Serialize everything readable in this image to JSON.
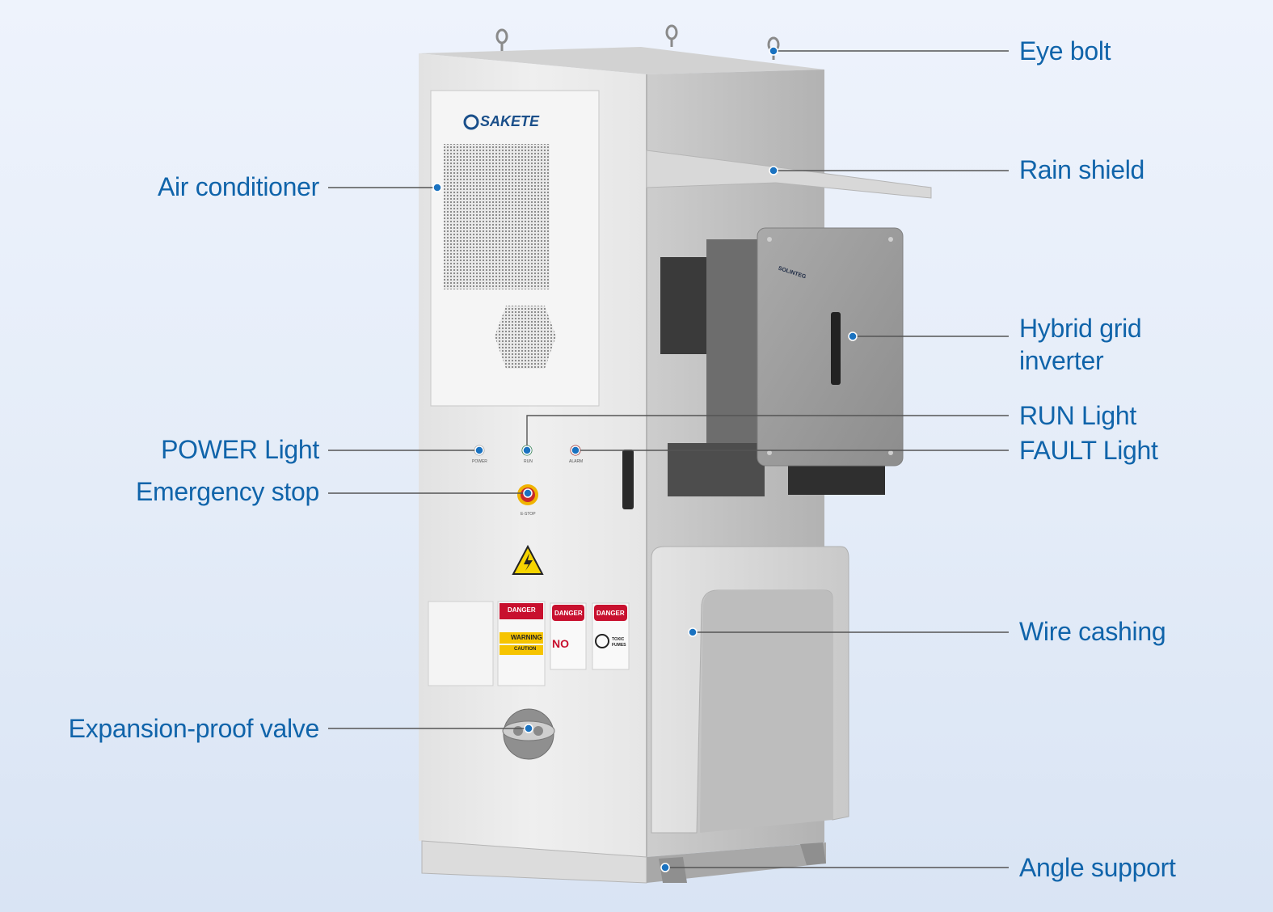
{
  "brand": {
    "cabinet_logo": "SAKETE",
    "inverter_logo": "SOLINTEG"
  },
  "panel_labels": {
    "power": "POWER",
    "run": "RUN",
    "alarm": "ALARM",
    "estop": "E-STOP"
  },
  "stickers": {
    "danger": "DANGER",
    "warning": "WARNING",
    "caution": "CAUTION",
    "no": "NO",
    "toxic_line1": "TOXIC",
    "toxic_line2": "FUMES"
  },
  "callouts": {
    "eye_bolt": "Eye bolt",
    "rain_shield": "Rain shield",
    "inverter_line1": "Hybrid grid",
    "inverter_line2": "inverter",
    "run_light": "RUN Light",
    "fault_light": "FAULT Light",
    "wire_cashing": "Wire cashing",
    "angle_support": "Angle support",
    "air_conditioner": "Air conditioner",
    "power_light": "POWER Light",
    "emergency_stop": "Emergency stop",
    "expansion_valve": "Expansion-proof valve"
  },
  "colors": {
    "label_text": "#1064aa",
    "leader_line": "#555555",
    "marker_dot": "#1a72c0",
    "cabinet_front": "#ebebeb",
    "cabinet_side": "#bdbdbd",
    "inverter_body": "#9d9d9d",
    "danger_red": "#c8102e",
    "warning_yellow": "#f6c400"
  }
}
